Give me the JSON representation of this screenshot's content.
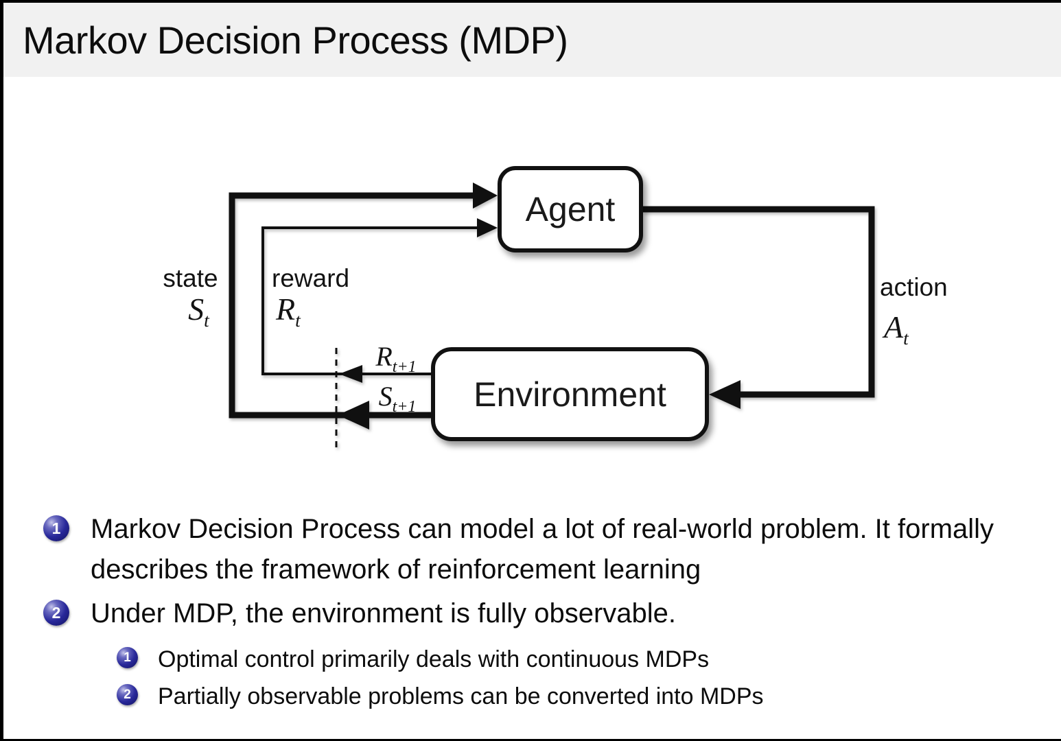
{
  "slide": {
    "title": "Markov Decision Process (MDP)"
  },
  "diagram": {
    "agent_label": "Agent",
    "environment_label": "Environment",
    "state_label": "state",
    "state_symbol": {
      "base": "S",
      "sub": "t"
    },
    "reward_label": "reward",
    "reward_symbol": {
      "base": "R",
      "sub": "t"
    },
    "action_label": "action",
    "action_symbol": {
      "base": "A",
      "sub": "t"
    },
    "next_reward_symbol": {
      "base": "R",
      "sub": "t+1"
    },
    "next_state_symbol": {
      "base": "S",
      "sub": "t+1"
    }
  },
  "bullets": [
    {
      "number": "1",
      "text": "Markov Decision Process can model a lot of real-world problem. It formally describes the framework of reinforcement learning"
    },
    {
      "number": "2",
      "text": "Under MDP, the environment is fully observable."
    }
  ],
  "sub_bullets": [
    {
      "number": "1",
      "text": "Optimal control primarily deals with continuous MDPs"
    },
    {
      "number": "2",
      "text": "Partially observable problems can be converted into MDPs"
    }
  ],
  "colors": {
    "enumeration_ball": "#28289a",
    "title_band": "#f1f1f1",
    "diagram_ink": "#111111",
    "frame_border": "#000000"
  }
}
